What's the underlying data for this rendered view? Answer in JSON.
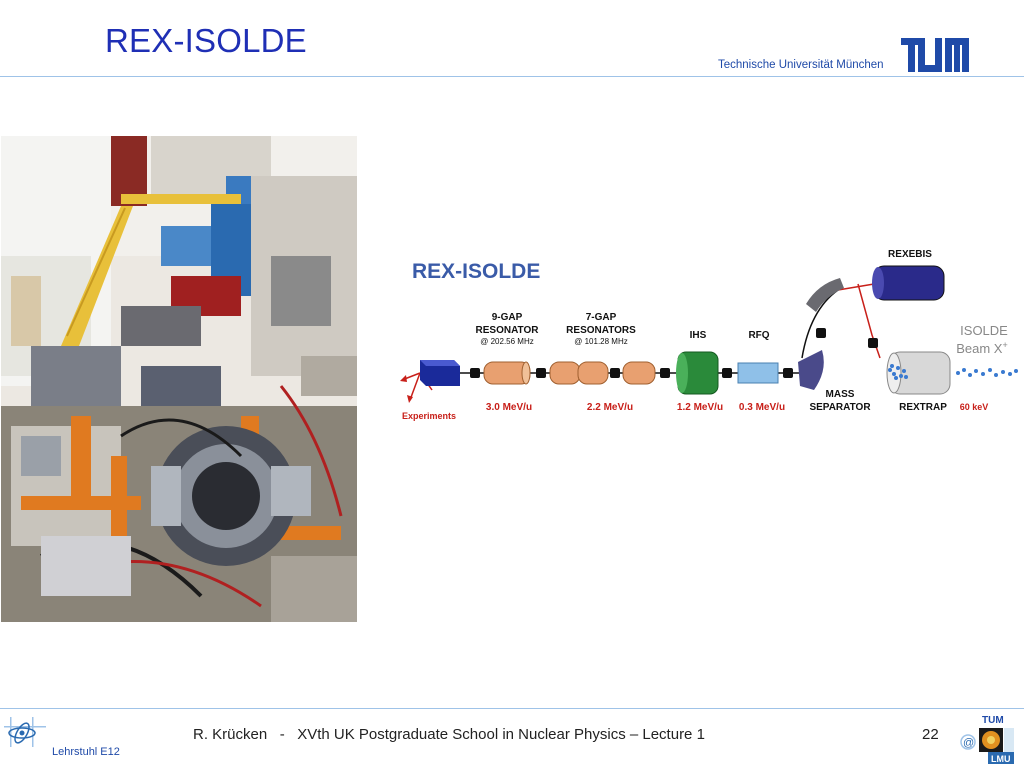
{
  "slide": {
    "title": "REX-ISOLDE",
    "university": "Technische Universität München",
    "tum_logo_text": "TUM",
    "footer": "R. Krücken   -   XVth UK Postgraduate School in Nuclear Physics – Lecture 1",
    "page_number": "22",
    "chair": "Lehrstuhl E12",
    "tum_small_text": "TUM",
    "lmu_small_text": "LMU"
  },
  "diagram": {
    "title": "REX-ISOLDE",
    "nine_gap_line1": "9-GAP",
    "nine_gap_line2": "RESONATOR",
    "nine_gap_freq": "@ 202.56 MHz",
    "seven_gap_line1": "7-GAP",
    "seven_gap_line2": "RESONATORS",
    "seven_gap_freq": "@ 101.28 MHz",
    "ihs": "IHS",
    "rfq": "RFQ",
    "rexebis": "REXEBIS",
    "isolde_line1": "ISOLDE",
    "isolde_line2": "Beam X",
    "isolde_sup": "+",
    "experiments": "Experiments",
    "energy_9gap": "3.0 MeV/u",
    "energy_7gap": "2.2 MeV/u",
    "energy_ihs": "1.2 MeV/u",
    "energy_rfq": "0.3 MeV/u",
    "mass_line1": "MASS",
    "mass_line2": "SEPARATOR",
    "rextrap": "REXTRAP",
    "energy_trap": "60 keV"
  },
  "colors": {
    "title_blue": "#1f2fb5",
    "tum_blue": "#1f4aa8",
    "diagram_title": "#3a5ba8",
    "energy_red": "#c8201a",
    "resonator_orange": "#e8a070",
    "ihs_green": "#2a8a3a",
    "rfq_lightblue": "#8fc0e8",
    "ebis_darkblue": "#2a2a8a"
  }
}
